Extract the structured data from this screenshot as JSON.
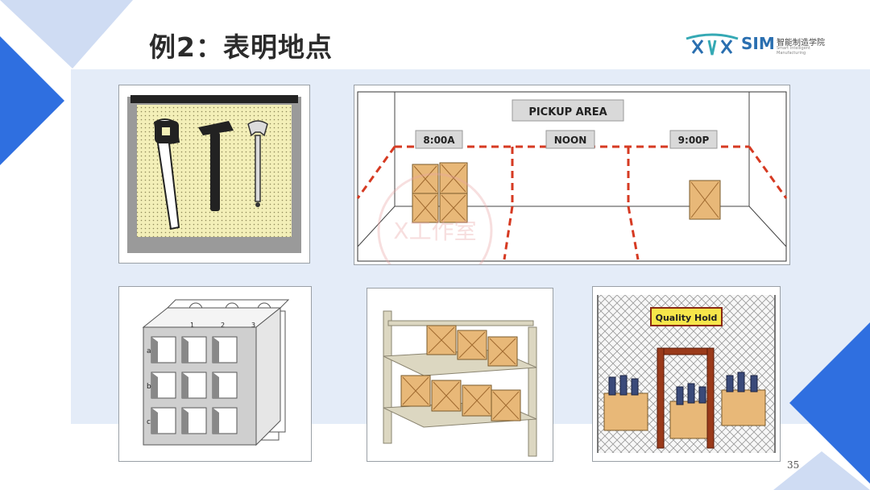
{
  "slide": {
    "title": "例2：表明地点",
    "page_number": "35"
  },
  "logo": {
    "brand": "SIM",
    "name_cn": "智能制造学院",
    "tagline": "Smart Intelligent Manufacturing"
  },
  "pickup_area": {
    "sign": "PICKUP AREA",
    "slots": [
      "8:00A",
      "NOON",
      "9:00P"
    ]
  },
  "bins": {
    "rows": [
      "a",
      "b",
      "c"
    ],
    "columns": [
      "1",
      "2",
      "3"
    ]
  },
  "quality_hold": {
    "sign": "Quality Hold"
  },
  "watermark": "X工作室",
  "colors": {
    "accent_blue": "#2f6fe0",
    "panel_bg": "#e4ecf8",
    "box_tan": "#e8b878",
    "red_dash": "#d63a22"
  }
}
